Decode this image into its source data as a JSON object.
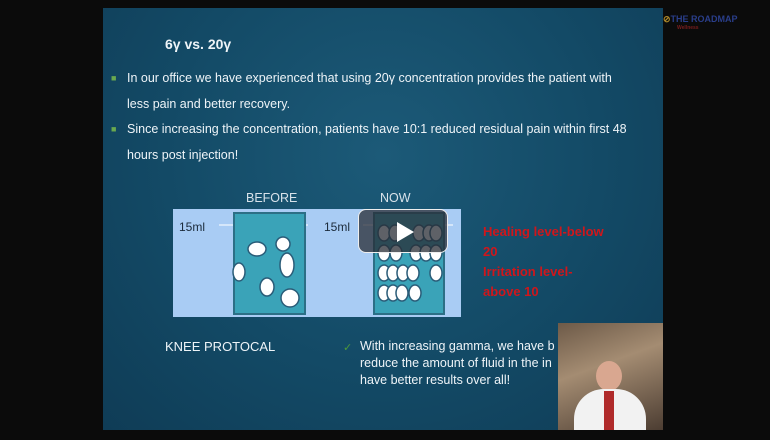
{
  "slide": {
    "title": "6γ vs. 20γ",
    "bullets": [
      {
        "line1": "In our office we have experienced that using 20γ concentration provides the patient with",
        "line2": "less pain and better recovery."
      },
      {
        "line1": "Since increasing the concentration, patients have 10:1 reduced residual pain within first 48",
        "line2": "hours post injection!"
      }
    ],
    "diagram": {
      "before_label": "BEFORE",
      "now_label": "NOW",
      "volume_left": "15ml",
      "volume_right": "15ml"
    },
    "red_note": {
      "line1": "Healing level-below",
      "line2": "20",
      "line3": "Irritation level-",
      "line4": "above 10"
    },
    "knee_label": "KNEE PROTOCAL",
    "gamma_note": {
      "line1": "With increasing gamma, we have b",
      "line2": "reduce the amount of fluid in the in",
      "line3": "have better results over all!"
    }
  },
  "logo": {
    "text": "THE ROADMAP",
    "sub": "Wellness"
  },
  "player": {
    "play_icon": "play-icon"
  },
  "colors": {
    "slide_bg": "#134a66",
    "red_text": "#d0161b",
    "bullet": "#6aa84f"
  }
}
